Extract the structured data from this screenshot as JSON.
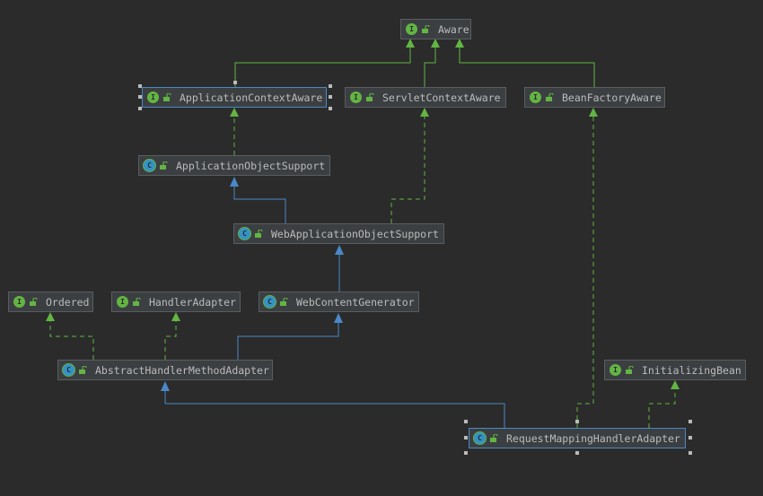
{
  "nodes": {
    "aware": {
      "label": "Aware",
      "kind": "I"
    },
    "application_context_aware": {
      "label": "ApplicationContextAware",
      "kind": "I"
    },
    "servlet_context_aware": {
      "label": "ServletContextAware",
      "kind": "I"
    },
    "bean_factory_aware": {
      "label": "BeanFactoryAware",
      "kind": "I"
    },
    "application_object_support": {
      "label": "ApplicationObjectSupport",
      "kind": "C"
    },
    "web_application_object_support": {
      "label": "WebApplicationObjectSupport",
      "kind": "C"
    },
    "ordered": {
      "label": "Ordered",
      "kind": "I"
    },
    "handler_adapter": {
      "label": "HandlerAdapter",
      "kind": "I"
    },
    "web_content_generator": {
      "label": "WebContentGenerator",
      "kind": "C"
    },
    "abstract_handler_method_adapter": {
      "label": "AbstractHandlerMethodAdapter",
      "kind": "C"
    },
    "initializing_bean": {
      "label": "InitializingBean",
      "kind": "I"
    },
    "request_mapping_handler_adapter": {
      "label": "RequestMappingHandlerAdapter",
      "kind": "C"
    }
  },
  "colors": {
    "background": "#2b2b2b",
    "node_fill": "#3c3f41",
    "implements": "#62b543",
    "extends": "#4a88c7",
    "text": "#bbbbbb"
  }
}
